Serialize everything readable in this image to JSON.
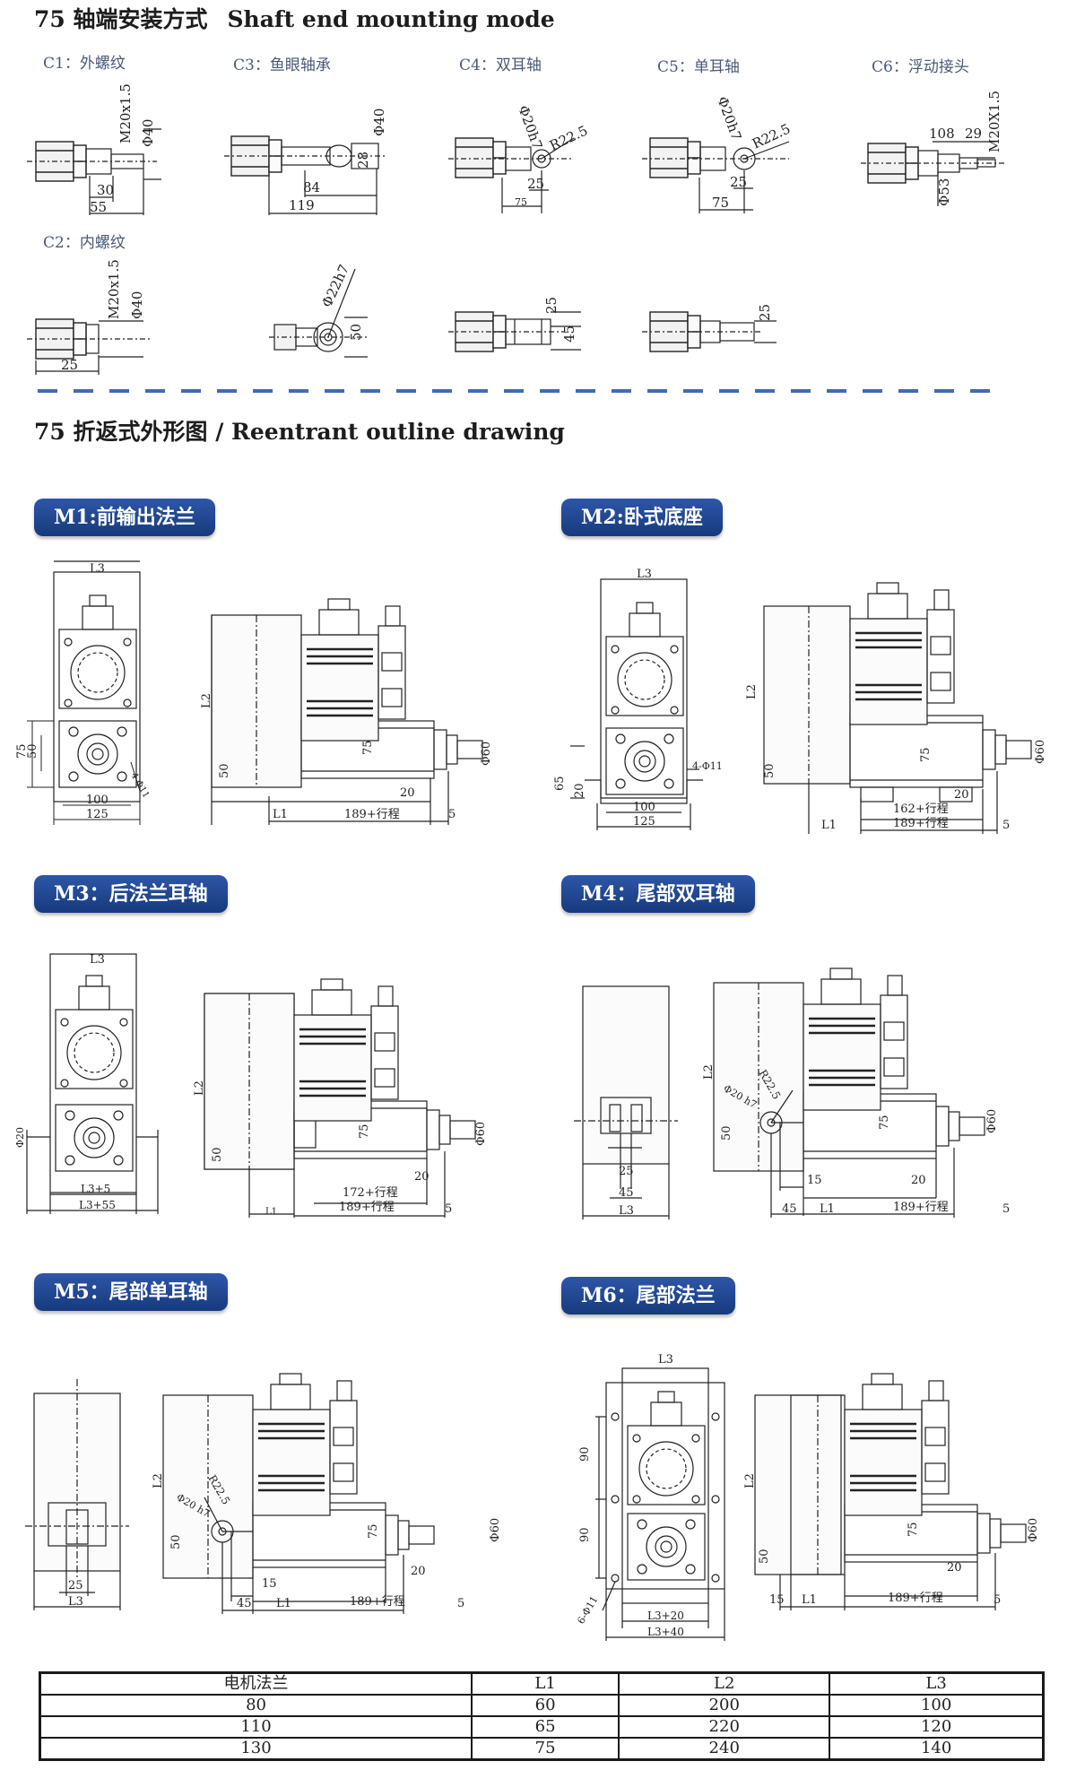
{
  "section1": {
    "title_cn": "75 轴端安装方式",
    "title_en": "Shaft end mounting mode"
  },
  "shaft_options": [
    {
      "label": "C1：外螺纹",
      "dims": [
        "M20x1.5",
        "Φ40",
        "30",
        "55"
      ]
    },
    {
      "label": "C3：鱼眼轴承",
      "dims": [
        "Φ40",
        "28",
        "84",
        "119"
      ]
    },
    {
      "label": "C4：双耳轴",
      "dims": [
        "Φ20h7",
        "R22.5",
        "25",
        "75"
      ]
    },
    {
      "label": "C5：单耳轴",
      "dims": [
        "Φ20h7",
        "R22.5",
        "25",
        "75"
      ]
    },
    {
      "label": "C6：浮动接头",
      "dims": [
        "108",
        "29",
        "M20X1.5",
        "Φ53"
      ]
    },
    {
      "label": "C2：内螺纹",
      "dims": [
        "M20x1.5",
        "Φ40",
        "25"
      ]
    }
  ],
  "shaft_row2_dims": {
    "fisheye": [
      "Φ22h7",
      "50"
    ],
    "double": [
      "25",
      "45"
    ],
    "single": [
      "25"
    ]
  },
  "section2": {
    "title_cn": "75 折返式外形图",
    "separator": " / ",
    "title_en": "Reentrant outline drawing"
  },
  "modes": [
    {
      "label": "M1:前输出法兰"
    },
    {
      "label": "M2:卧式底座"
    },
    {
      "label": "M3：后法兰耳轴"
    },
    {
      "label": "M4：尾部双耳轴"
    },
    {
      "label": "M5：尾部单耳轴"
    },
    {
      "label": "M6：尾部法兰"
    }
  ],
  "dims": {
    "L1": "L1",
    "L2": "L2",
    "L3": "L3",
    "stroke189": "189+行程",
    "stroke162": "162+行程",
    "stroke172": "172+行程",
    "phi60": "Φ60",
    "phi20": "Φ20",
    "phi20h7": "Φ20 h7",
    "r225": "R22.5",
    "v100": "100",
    "v125": "125",
    "v75": "75",
    "v50": "50",
    "v20": "20",
    "v5": "5",
    "v65": "65",
    "v15": "15",
    "v45": "45",
    "v25": "25",
    "v90": "90",
    "hole4": "4-Φ11",
    "hole6": "6-Φ11",
    "l3p5": "L3+5",
    "l3p55": "L3+55",
    "l3p20": "L3+20",
    "l3p40": "L3+40"
  },
  "table": {
    "headers": [
      "电机法兰",
      "L1",
      "L2",
      "L3"
    ],
    "rows": [
      [
        "80",
        "60",
        "200",
        "100"
      ],
      [
        "110",
        "65",
        "220",
        "120"
      ],
      [
        "130",
        "75",
        "240",
        "140"
      ]
    ]
  }
}
